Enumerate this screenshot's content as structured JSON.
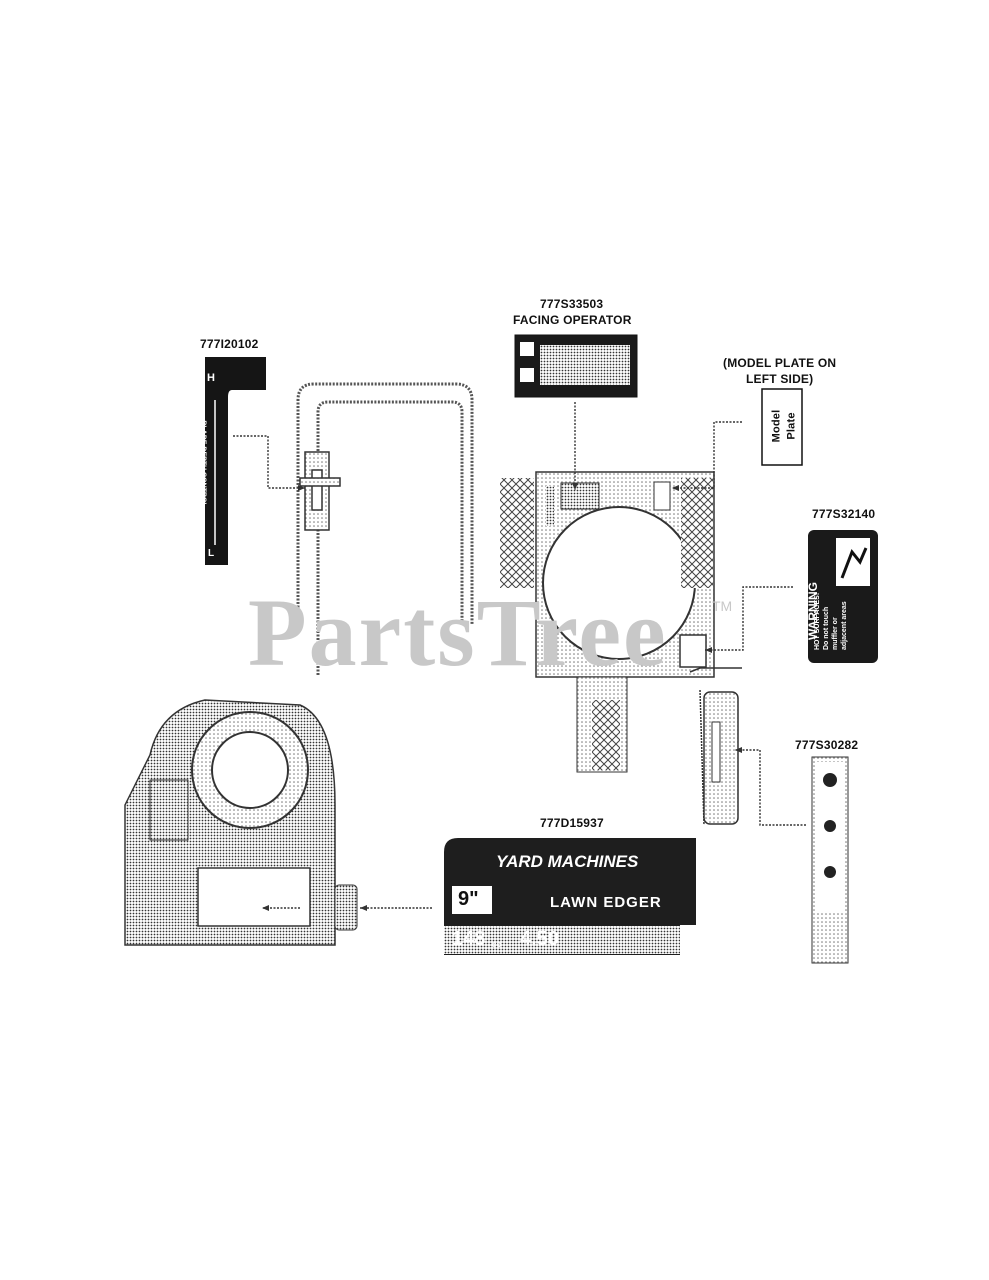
{
  "watermark": {
    "text": "PartsTree",
    "trademark": "TM"
  },
  "callouts": {
    "p1": "777I20102",
    "p2_number": "777S33503",
    "p2_note": "FACING OPERATOR",
    "model_plate_note_line1": "(MODEL PLATE ON",
    "model_plate_note_line2": "LEFT SIDE)",
    "model_plate_line1": "Model",
    "model_plate_line2": "Plate",
    "p3": "777S32140",
    "p4": "777S30282",
    "p5": "777D15937"
  },
  "decals": {
    "blade_depth": {
      "top": "BLADE DEPTH CONTROL",
      "high": "H",
      "low": "L"
    },
    "warning": {
      "title": "WARNING",
      "line1": "HOT SURFACES!",
      "line2": "Do not touch",
      "line3": "muffler or",
      "line4": "adjacent areas"
    },
    "brand": {
      "brand": "YARD MACHINES",
      "blade_size": "9\"",
      "product": "LAWN EDGER",
      "displacement": "148",
      "displacement_unit": "cc",
      "torque": "4.50"
    }
  },
  "colors": {
    "ink": "#111111",
    "watermark": "#c8c8c8",
    "decal_dark": "#1a1a1a"
  }
}
